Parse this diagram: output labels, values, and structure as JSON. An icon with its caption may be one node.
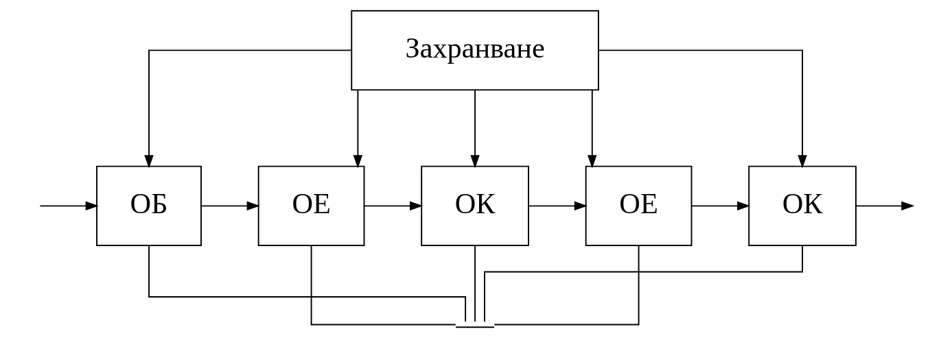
{
  "diagram": {
    "nodes": [
      {
        "text": [
          "Захранване"
        ]
      },
      {
        "text": [
          "ОБ"
        ]
      },
      {
        "text": [
          "ОЕ"
        ]
      },
      {
        "text": [
          "ОК"
        ]
      },
      {
        "text": [
          "ОЕ"
        ]
      },
      {
        "text": [
          "ОК"
        ]
      },
      {
        "text": [],
        "shape": "ground"
      }
    ],
    "edges": [
      {
        "from": null,
        "to": 1,
        "arrow": "to"
      },
      {
        "from": 1,
        "to": 2,
        "arrow": "to"
      },
      {
        "from": 2,
        "to": 3,
        "arrow": "to"
      },
      {
        "from": 3,
        "to": 4,
        "arrow": "to"
      },
      {
        "from": 4,
        "to": 5,
        "arrow": "to"
      },
      {
        "from": 5,
        "to": null,
        "arrow": "to"
      },
      {
        "from": 0,
        "to": 1,
        "arrow": "to"
      },
      {
        "from": 0,
        "to": 2,
        "arrow": "to"
      },
      {
        "from": 0,
        "to": 3,
        "arrow": "to"
      },
      {
        "from": 0,
        "to": 4,
        "arrow": "to"
      },
      {
        "from": 0,
        "to": 5,
        "arrow": "to"
      },
      {
        "from": 1,
        "to": 6,
        "arrow": "none"
      },
      {
        "from": 2,
        "to": 6,
        "arrow": "none"
      },
      {
        "from": 3,
        "to": 6,
        "arrow": "none"
      },
      {
        "from": 4,
        "to": 6,
        "arrow": "none"
      },
      {
        "from": 5,
        "to": 6,
        "arrow": "none"
      }
    ]
  }
}
